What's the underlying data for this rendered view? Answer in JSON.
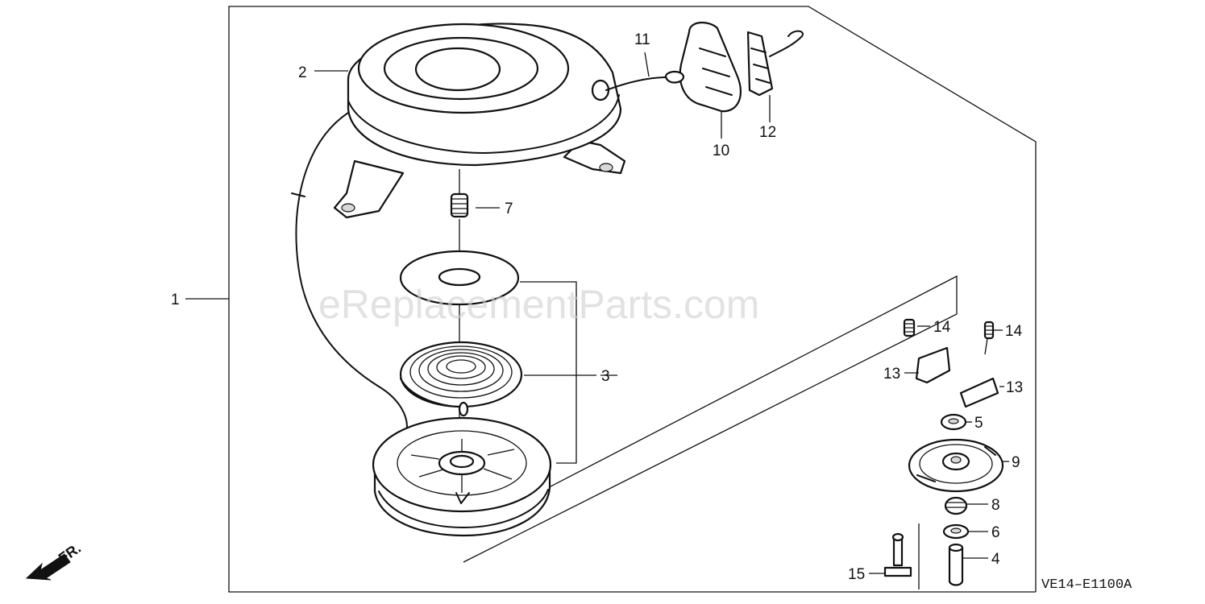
{
  "callouts": [
    {
      "id": "c1",
      "text": "1"
    },
    {
      "id": "c2",
      "text": "2"
    },
    {
      "id": "c3",
      "text": "3"
    },
    {
      "id": "c4",
      "text": "4"
    },
    {
      "id": "c5",
      "text": "5"
    },
    {
      "id": "c6",
      "text": "6"
    },
    {
      "id": "c7",
      "text": "7"
    },
    {
      "id": "c8",
      "text": "8"
    },
    {
      "id": "c9",
      "text": "9"
    },
    {
      "id": "c10",
      "text": "10"
    },
    {
      "id": "c11",
      "text": "11"
    },
    {
      "id": "c12",
      "text": "12"
    },
    {
      "id": "c13a",
      "text": "13"
    },
    {
      "id": "c13b",
      "text": "13"
    },
    {
      "id": "c14a",
      "text": "14"
    },
    {
      "id": "c14b",
      "text": "14"
    },
    {
      "id": "c15",
      "text": "15"
    }
  ],
  "diagram_code": "VE14–E1100A",
  "direction_label": "FR.",
  "watermark": "eReplacementParts.com"
}
